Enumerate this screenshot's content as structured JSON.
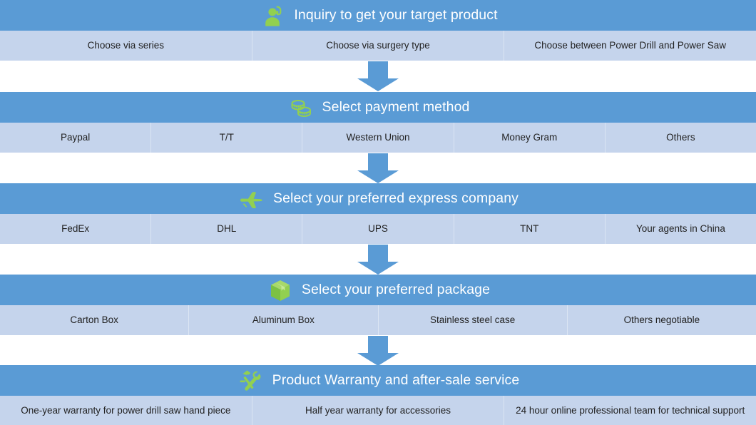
{
  "colors": {
    "header_blue": "#5a9bd5",
    "option_blue": "#c5d4ec",
    "icon_green": "#92d050",
    "arrow_blue": "#5a9bd5",
    "text_dark": "#222222",
    "text_light": "#ffffff"
  },
  "stages": [
    {
      "id": "inquiry",
      "icon": "customer-service-person-icon",
      "title": "Inquiry to get your target product",
      "options": [
        "Choose via series",
        "Choose via surgery type",
        "Choose  between Power Drill and Power Saw"
      ]
    },
    {
      "id": "payment",
      "icon": "coins-money-icon",
      "title": "Select payment method",
      "options": [
        "Paypal",
        "T/T",
        "Western Union",
        "Money Gram",
        "Others"
      ]
    },
    {
      "id": "express",
      "icon": "airplane-icon",
      "title": "Select your preferred express company",
      "options": [
        "FedEx",
        "DHL",
        "UPS",
        "TNT",
        "Your agents in China"
      ]
    },
    {
      "id": "package",
      "icon": "package-box-icon",
      "title": "Select your preferred package",
      "options": [
        "Carton Box",
        "Aluminum Box",
        "Stainless steel case",
        "Others negotiable"
      ]
    },
    {
      "id": "warranty",
      "icon": "hammer-wrench-tools-icon",
      "title": "Product Warranty and after-sale service",
      "options": [
        "One-year warranty for power drill saw hand piece",
        "Half year warranty for accessories",
        "24 hour online professional team for technical support"
      ]
    }
  ],
  "connectors": [
    {
      "id": "arrow-1",
      "direction": "down"
    },
    {
      "id": "arrow-2",
      "direction": "down"
    },
    {
      "id": "arrow-3",
      "direction": "down"
    },
    {
      "id": "arrow-4",
      "direction": "down"
    }
  ]
}
